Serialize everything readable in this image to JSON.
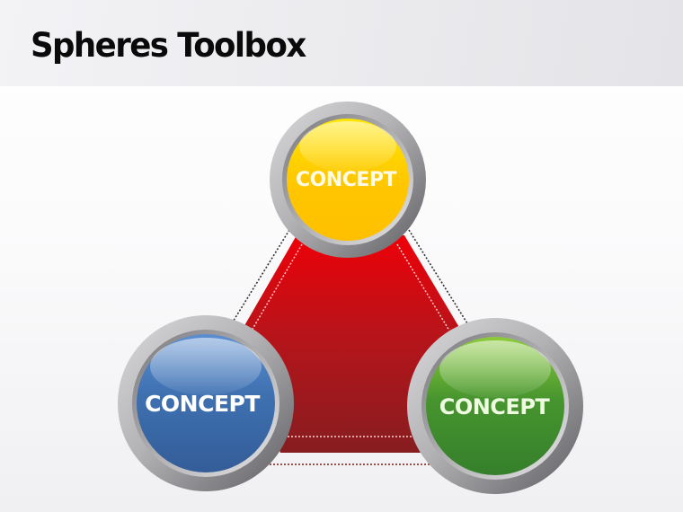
{
  "header": {
    "title": "Spheres Toolbox"
  },
  "diagram": {
    "center_shape": {
      "type": "truncated-triangle",
      "color_top": "#e8000a",
      "color_bottom": "#8a1c1f"
    },
    "spheres": [
      {
        "position": "top",
        "label": "CONCEPT",
        "color": "#ffc400",
        "highlight": "#ffe600"
      },
      {
        "position": "bottom-left",
        "label": "CONCEPT",
        "color": "#3a6aa8",
        "highlight": "#6d9ad2"
      },
      {
        "position": "bottom-right",
        "label": "CONCEPT",
        "color": "#3d8a2c",
        "highlight": "#8cc63f"
      }
    ]
  }
}
